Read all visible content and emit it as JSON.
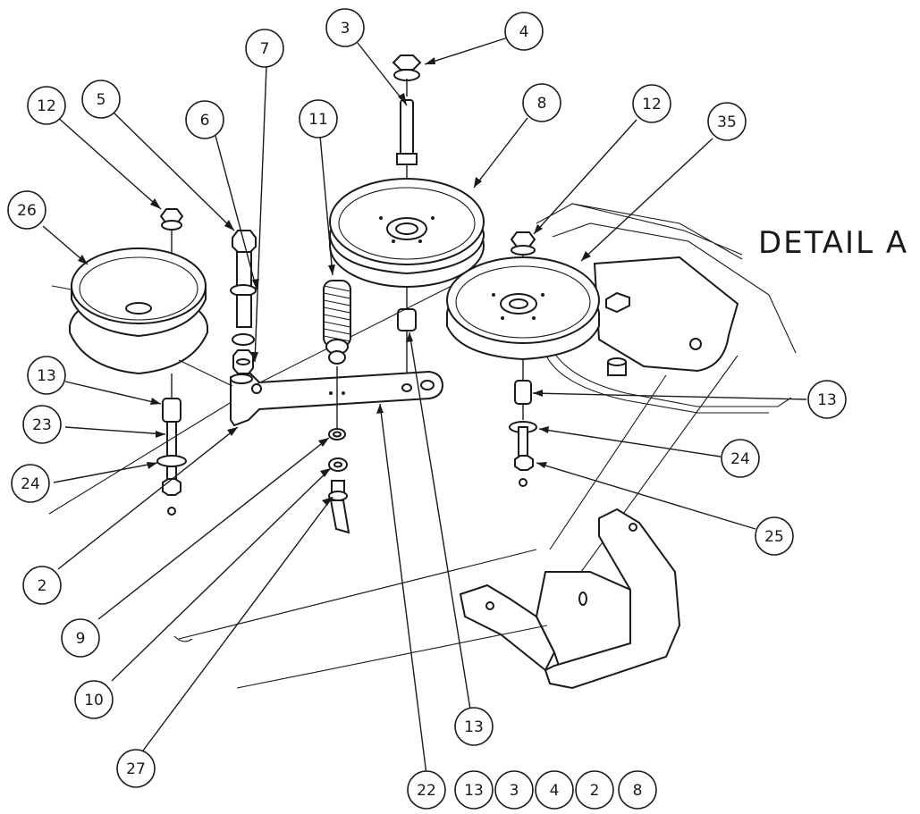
{
  "detail_title": "DETAIL A",
  "callouts": [
    {
      "id": "c12a",
      "label": "12"
    },
    {
      "id": "c5",
      "label": "5"
    },
    {
      "id": "c6",
      "label": "6"
    },
    {
      "id": "c7",
      "label": "7"
    },
    {
      "id": "c3",
      "label": "3"
    },
    {
      "id": "c4",
      "label": "4"
    },
    {
      "id": "c11",
      "label": "11"
    },
    {
      "id": "c8",
      "label": "8"
    },
    {
      "id": "c12b",
      "label": "12"
    },
    {
      "id": "c35",
      "label": "35"
    },
    {
      "id": "c26",
      "label": "26"
    },
    {
      "id": "c13a",
      "label": "13"
    },
    {
      "id": "c23",
      "label": "23"
    },
    {
      "id": "c24a",
      "label": "24"
    },
    {
      "id": "c2",
      "label": "2"
    },
    {
      "id": "c9",
      "label": "9"
    },
    {
      "id": "c10",
      "label": "10"
    },
    {
      "id": "c27",
      "label": "27"
    },
    {
      "id": "c13b",
      "label": "13"
    },
    {
      "id": "c13c",
      "label": "13"
    },
    {
      "id": "c24b",
      "label": "24"
    },
    {
      "id": "c25",
      "label": "25"
    }
  ],
  "footer_parts": [
    "22",
    "13",
    "3",
    "4",
    "2",
    "8"
  ]
}
